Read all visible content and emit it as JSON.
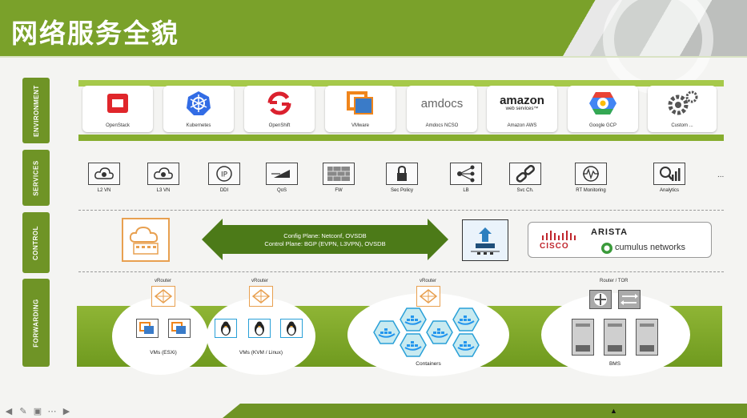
{
  "header": {
    "title": "网络服务全貌"
  },
  "side_labels": [
    "ENVIRONMENT",
    "SERVICES",
    "CONTROL",
    "FORWARDING"
  ],
  "environment": [
    {
      "name": "OpenStack",
      "icon": "openstack-icon",
      "color": "#e0262b"
    },
    {
      "name": "Kubernetes",
      "icon": "kubernetes-icon",
      "color": "#326ce5"
    },
    {
      "name": "OpenShift",
      "icon": "openshift-icon",
      "color": "#db212e"
    },
    {
      "name": "VMware",
      "icon": "vmware-icon",
      "color": "#f0851b"
    },
    {
      "name": "Amdocs NCSO",
      "icon": "amdocs-logo",
      "logo_text": "amdocs"
    },
    {
      "name": "Amazon AWS",
      "icon": "aws-logo",
      "logo_text": "amazon",
      "logo_sub": "web services™"
    },
    {
      "name": "Google GCP",
      "icon": "gcp-icon"
    },
    {
      "name": "Custom ...",
      "icon": "gear-icon"
    }
  ],
  "services": [
    {
      "name": "L2 VN",
      "icon": "cloud-network-icon"
    },
    {
      "name": "L3 VN",
      "icon": "cloud-network-icon"
    },
    {
      "name": "DDI",
      "icon": "ip-icon",
      "glyph": "IP"
    },
    {
      "name": "QoS",
      "icon": "qos-icon"
    },
    {
      "name": "FW",
      "icon": "firewall-icon"
    },
    {
      "name": "Sec Policy",
      "icon": "lock-icon"
    },
    {
      "name": "LB",
      "icon": "load-balancer-icon"
    },
    {
      "name": "Svc Ch.",
      "icon": "chain-icon"
    },
    {
      "name": "RT Monitoring",
      "icon": "monitor-icon"
    },
    {
      "name": "Analytics",
      "icon": "analytics-icon"
    }
  ],
  "services_more": "...",
  "control": {
    "arrow_line1": "Config Plane: Netconf, OVSDB",
    "arrow_line2": "Control Plane: BGP (EVPN, L3VPN), OVSDB",
    "vendors": {
      "arista": "ARISTA",
      "cisco": "CISCO",
      "cumulus": "cumulus networks"
    }
  },
  "forwarding": {
    "vrouter_label": "vRouter",
    "router_tor_label": "Router / TOR",
    "groups": [
      {
        "name": "VMs (ESXi)"
      },
      {
        "name": "VMs (KVM / Linux)"
      },
      {
        "name": "Containers"
      },
      {
        "name": "BMS"
      }
    ]
  },
  "colors": {
    "brand_green": "#7aa12a",
    "accent_orange": "#e8a050",
    "vm_blue": "#29a0d8"
  }
}
